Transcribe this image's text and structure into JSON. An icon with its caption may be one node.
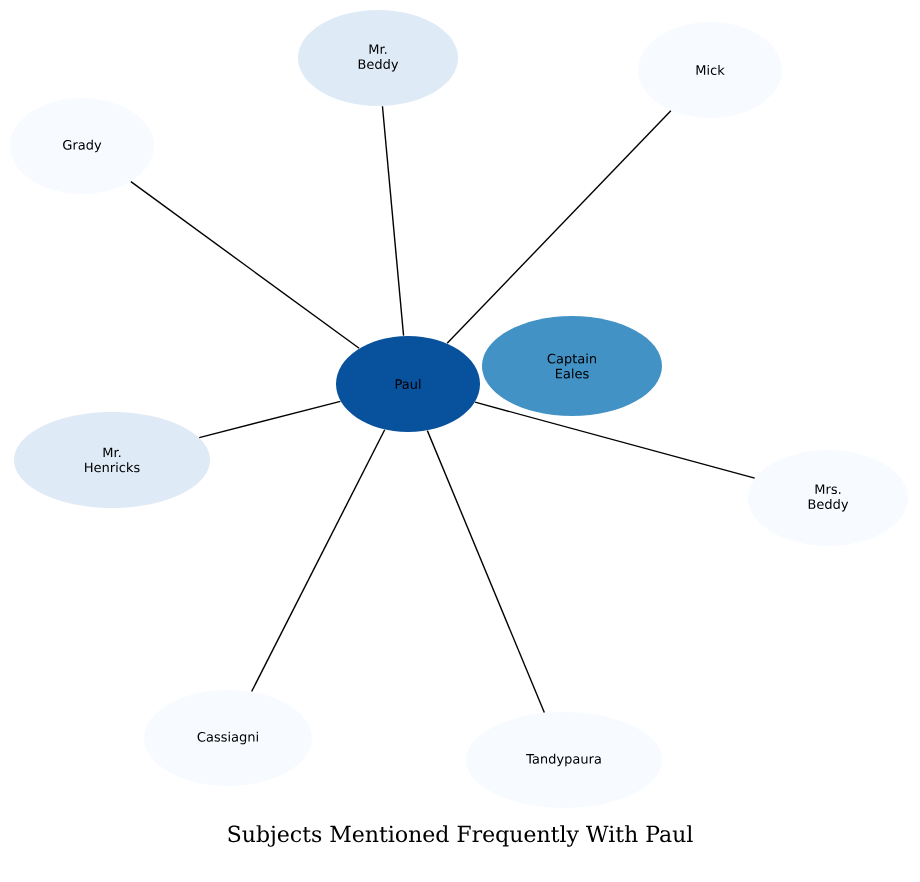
{
  "diagram": {
    "title": "Subjects Mentioned Frequently With Paul",
    "nodes": [
      {
        "text": [
          "Paul"
        ]
      },
      {
        "text": [
          "Captain Eales"
        ]
      },
      {
        "text": [
          "Mr. Beddy"
        ]
      },
      {
        "text": [
          "Mick"
        ]
      },
      {
        "text": [
          "Grady"
        ]
      },
      {
        "text": [
          "Mr. Henricks"
        ]
      },
      {
        "text": [
          "Mrs. Beddy"
        ]
      },
      {
        "text": [
          "Cassiagni"
        ]
      },
      {
        "text": [
          "Tandypaura"
        ]
      }
    ],
    "edges": [
      {
        "from": 0,
        "to": 2,
        "arrow": "none"
      },
      {
        "from": 0,
        "to": 3,
        "arrow": "none"
      },
      {
        "from": 0,
        "to": 4,
        "arrow": "none"
      },
      {
        "from": 0,
        "to": 5,
        "arrow": "none"
      },
      {
        "from": 0,
        "to": 6,
        "arrow": "none"
      },
      {
        "from": 0,
        "to": 7,
        "arrow": "none"
      },
      {
        "from": 0,
        "to": 8,
        "arrow": "none"
      }
    ]
  }
}
